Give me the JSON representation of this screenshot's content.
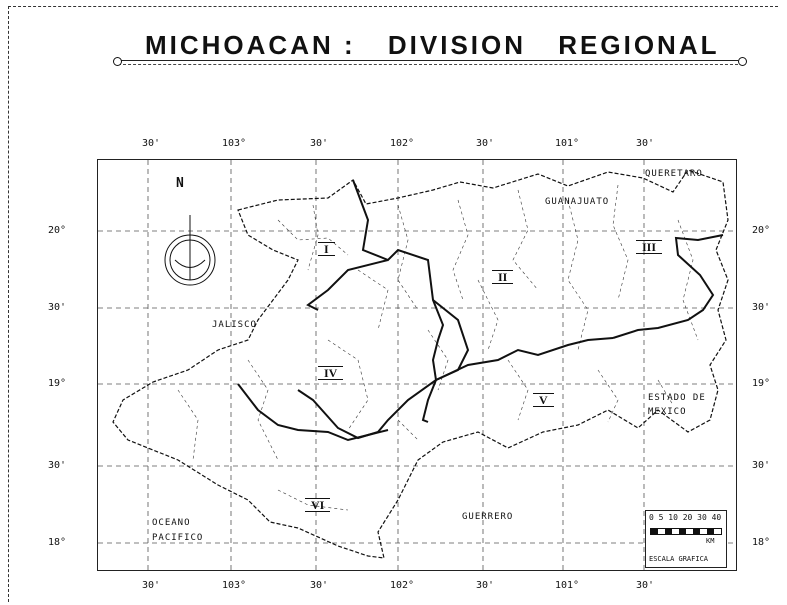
{
  "title": {
    "part1": "MICHOACAN :",
    "part2": "DIVISION",
    "part3": "REGIONAL"
  },
  "top_ticks": [
    "30'",
    "103°",
    "30'",
    "102°",
    "30'",
    "101°",
    "30'"
  ],
  "bottom_ticks": [
    "30'",
    "103°",
    "30'",
    "102°",
    "30'",
    "101°",
    "30'"
  ],
  "left_lats": [
    "20°",
    "30'",
    "19°",
    "30'",
    "18°"
  ],
  "right_lats": [
    "20°",
    "30'",
    "19°",
    "30'",
    "18°"
  ],
  "north": "N",
  "neighbors": {
    "queretaro": "QUERETARO",
    "guanajuato": "GUANAJUATO",
    "jalisco": "JALISCO",
    "estado1": "ESTADO   DE",
    "estado2": "MEXICO",
    "guerrero": "GUERRERO",
    "oceano1": "OCEANO",
    "oceano2": "PACIFICO"
  },
  "regions": [
    "I",
    "II",
    "III",
    "IV",
    "V",
    "VI"
  ],
  "scale": {
    "numbers": "0 5 10 20 30 40",
    "unit": "KM",
    "caption": "ESCALA GRAFICA"
  }
}
